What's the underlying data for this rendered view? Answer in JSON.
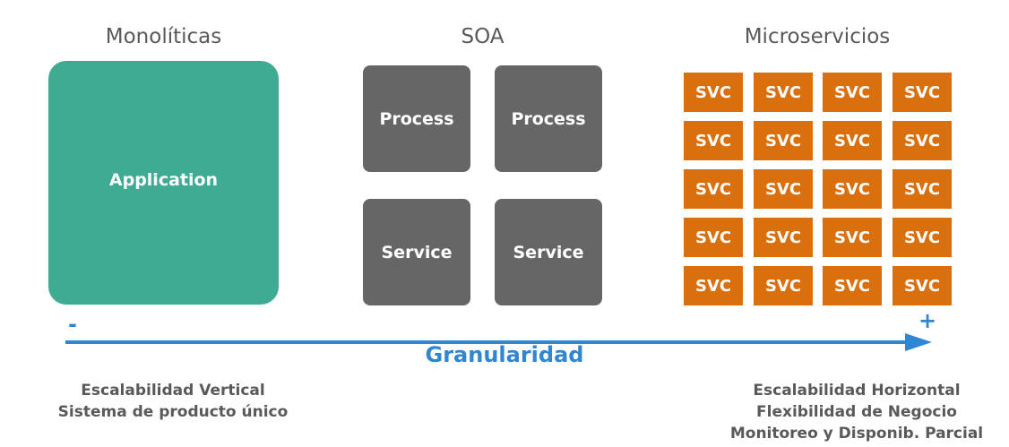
{
  "columns": {
    "monolithic": {
      "title": "Monolíticas",
      "box_label": "Application",
      "box_color": "#3fab93"
    },
    "soa": {
      "title": "SOA",
      "boxes": [
        "Process",
        "Process",
        "Service",
        "Service"
      ],
      "box_color": "#666666"
    },
    "microservices": {
      "title": "Microservicios",
      "svc_label": "SVC",
      "grid": {
        "rows": 5,
        "cols": 4
      },
      "box_color": "#d96f0d"
    }
  },
  "axis": {
    "label": "Granularidad",
    "minus": "-",
    "plus": "+",
    "color": "#2f86d3"
  },
  "notes": {
    "left": [
      "Escalabilidad Vertical",
      "Sistema de producto único"
    ],
    "right": [
      "Escalabilidad Horizontal",
      "Flexibilidad de Negocio",
      "Monitoreo y Disponib. Parcial"
    ]
  }
}
